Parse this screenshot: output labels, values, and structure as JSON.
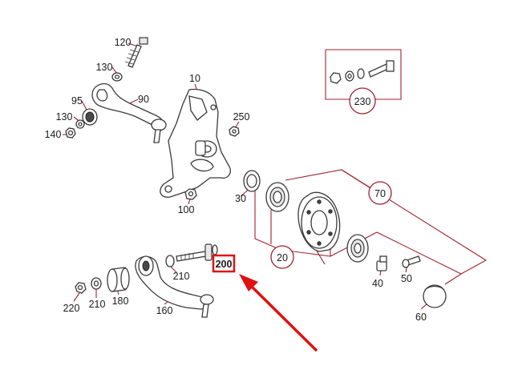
{
  "diagram": {
    "callouts": {
      "p10": "10",
      "p20": "20",
      "p30": "30",
      "p40": "40",
      "p50": "50",
      "p60": "60",
      "p70": "70",
      "p90": "90",
      "p95": "95",
      "p100": "100",
      "p120": "120",
      "p130a": "130",
      "p130b": "130",
      "p140": "140",
      "p160": "160",
      "p180": "180",
      "p200": "200",
      "p210a": "210",
      "p210b": "210",
      "p220": "220",
      "p230": "230",
      "p250": "250"
    },
    "highlight": {
      "color": "#e01010",
      "target_label": "200"
    },
    "line_color": "#a02030"
  }
}
